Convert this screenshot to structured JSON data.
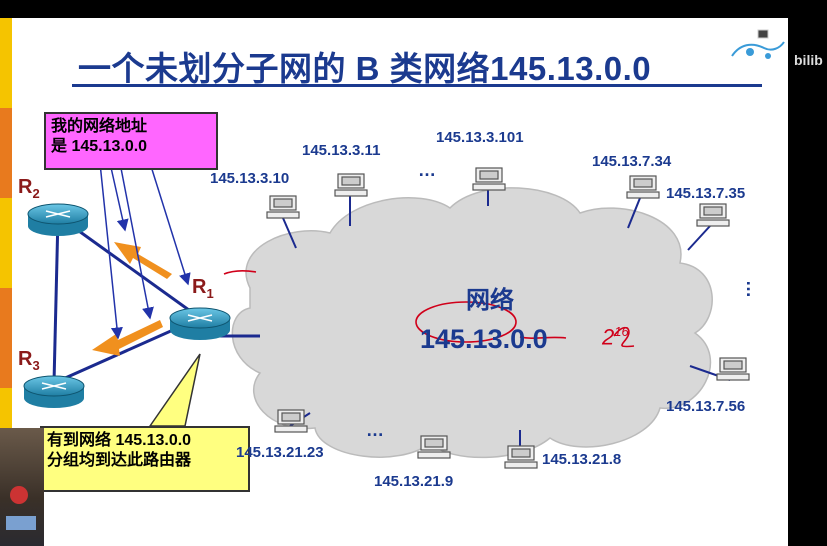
{
  "title": "一个未划分子网的 B 类网络145.13.0.0",
  "callouts": {
    "my_address": [
      "我的网络地址",
      "是 145.13.0.0"
    ],
    "routing": [
      "有到网络 145.13.0.0",
      "分组均到达此路由器"
    ]
  },
  "routers": {
    "r1": {
      "letter": "R",
      "sub": "1"
    },
    "r2": {
      "letter": "R",
      "sub": "2"
    },
    "r3": {
      "letter": "R",
      "sub": "3"
    }
  },
  "network": {
    "name": "网络",
    "address": "145.13.0.0"
  },
  "annotation": {
    "power": "2",
    "exponent": "16"
  },
  "hosts": [
    "145.13.3.10",
    "145.13.3.11",
    "145.13.3.101",
    "145.13.7.34",
    "145.13.7.35",
    "145.13.7.56",
    "145.13.21.8",
    "145.13.21.9",
    "145.13.21.23"
  ],
  "ellipsis": "…",
  "watermark": "bilib",
  "colors": {
    "title": "#1b3a8f",
    "callout_pink": "#ff66ff",
    "callout_yellow": "#ffff80",
    "router": "#2b8fb0",
    "cloud": "#d8d8d8",
    "arrow": "#f0901e",
    "ink_red": "#d0001a"
  }
}
